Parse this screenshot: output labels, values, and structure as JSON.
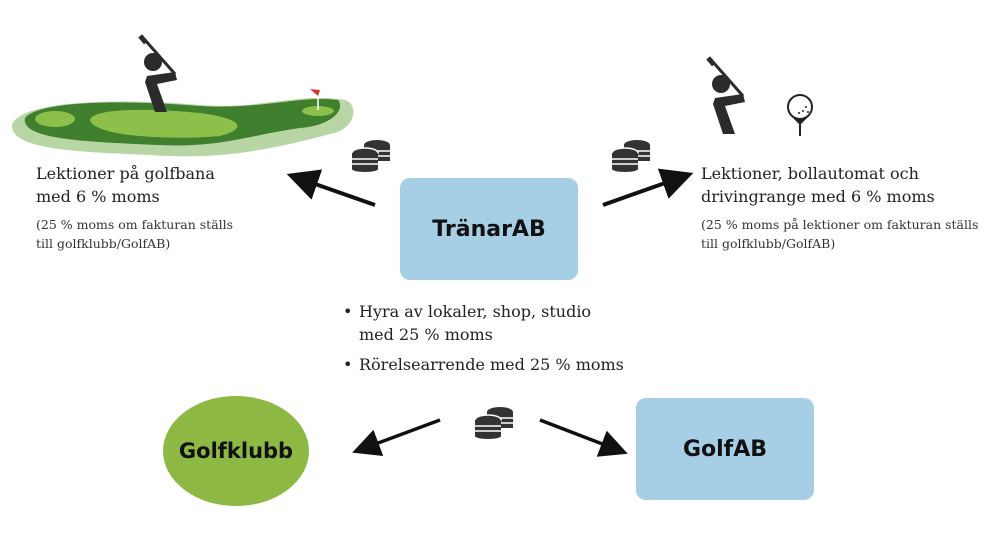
{
  "nodes": {
    "tranar": "TränarAB",
    "golfklubb": "Golfklubb",
    "golfab": "GolfAB"
  },
  "left_block": {
    "title_line1": "Lektioner på golfbana",
    "title_line2": "med 6 % moms",
    "note_line1": "(25 % moms om fakturan ställs",
    "note_line2": "till golfklubb/GolfAB)"
  },
  "right_block": {
    "title_line1": "Lektioner, bollautomat och",
    "title_line2": "drivingrange med 6 % moms",
    "note_line1": "(25 % moms på lektioner om fakturan ställs",
    "note_line2": "till golfklubb/GolfAB)"
  },
  "bullets": [
    {
      "line1": "Hyra av lokaler, shop, studio",
      "line2": "med 25 % moms"
    },
    {
      "line1": "Rörelsearrende med 25 % moms",
      "line2": ""
    }
  ],
  "colors": {
    "box": "#a6cfe5",
    "club": "#8cb843",
    "course": "#5c9a35"
  }
}
